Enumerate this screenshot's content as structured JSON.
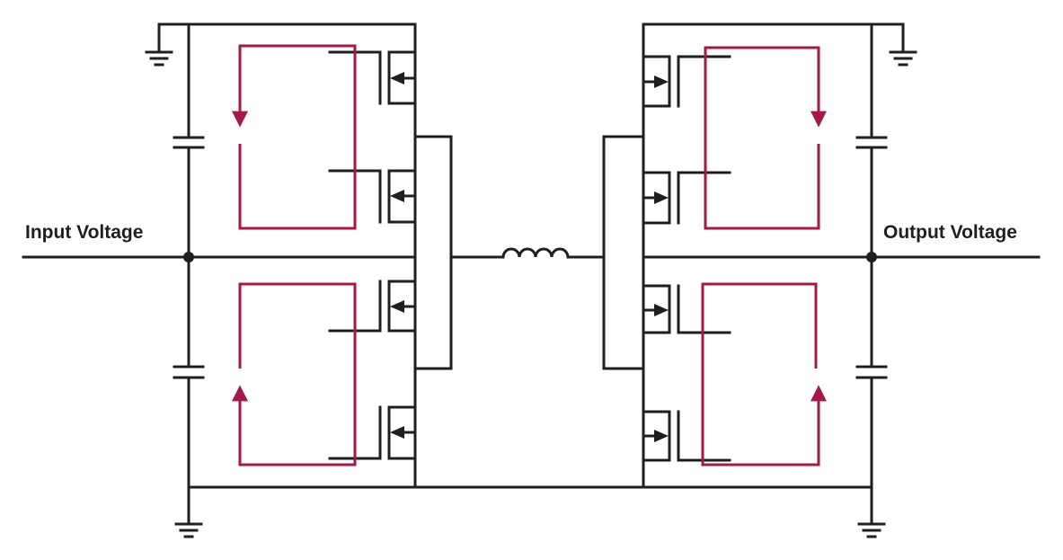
{
  "labels": {
    "input_voltage": "Input Voltage",
    "output_voltage": "Output Voltage"
  },
  "colors": {
    "wire": "#1f1f1f",
    "current_loop": "#a3194a",
    "background": "#ffffff"
  },
  "components": {
    "mosfets": 8,
    "capacitors": 4,
    "inductors": 1,
    "grounds": 4,
    "current_loops": 4
  }
}
